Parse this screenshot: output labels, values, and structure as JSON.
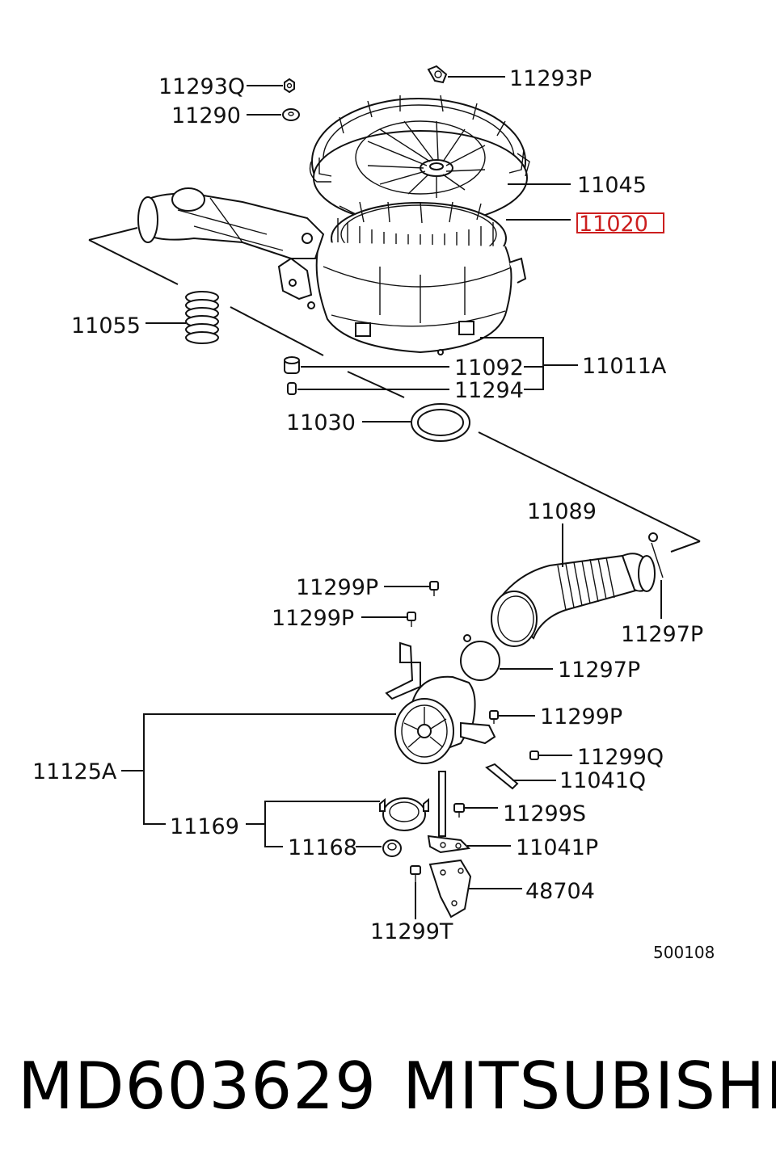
{
  "diagram": {
    "labels": {
      "p11293q": "11293Q",
      "p11290": "11290",
      "p11293p": "11293P",
      "p11045": "11045",
      "p11020": "11020",
      "p11055": "11055",
      "p11092": "11092",
      "p11011a": "11011A",
      "p11294": "11294",
      "p11030": "11030",
      "p11089": "11089",
      "p11299p_a": "11299P",
      "p11299p_b": "11299P",
      "p11297p_a": "11297P",
      "p11297p_b": "11297P",
      "p11299p_c": "11299P",
      "p11125a": "11125A",
      "p11299q": "11299Q",
      "p11041q": "11041Q",
      "p11299s": "11299S",
      "p11169": "11169",
      "p11168": "11168",
      "p11041p": "11041P",
      "p48704": "48704",
      "p11299t": "11299T"
    },
    "diagram_code": "500108",
    "highlight_color": "#cc1f1f"
  },
  "caption": {
    "part_number": "MD603629",
    "brand": "MITSUBISHI"
  }
}
